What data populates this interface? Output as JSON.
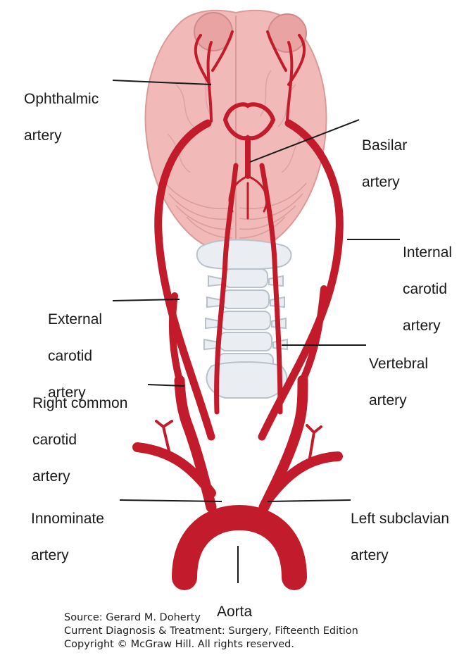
{
  "colors": {
    "brain": "#f2b9b9",
    "brain_dark": "#e6a2a2",
    "artery": "#c21b2b",
    "artery_dark": "#a51522",
    "vertebra": "#eaeef2",
    "vertebra_edge": "#b9c2cb"
  },
  "labels": {
    "ophthalmic": [
      "Ophthalmic",
      "artery"
    ],
    "basilar": [
      "Basilar",
      "artery"
    ],
    "internal_carotid": [
      "Internal",
      "carotid",
      "artery"
    ],
    "external_carotid": [
      "External",
      "carotid",
      "artery"
    ],
    "vertebral": [
      "Vertebral",
      "artery"
    ],
    "right_common_carotid": [
      "Right common",
      "carotid",
      "artery"
    ],
    "innominate": [
      "Innominate",
      "artery"
    ],
    "left_subclavian": [
      "Left subclavian",
      "artery"
    ],
    "aorta": "Aorta"
  },
  "source": {
    "line1": "Source: Gerard M. Doherty",
    "line2": "Current Diagnosis & Treatment: Surgery, Fifteenth Edition",
    "line3": "Copyright © McGraw Hill. All rights reserved."
  }
}
